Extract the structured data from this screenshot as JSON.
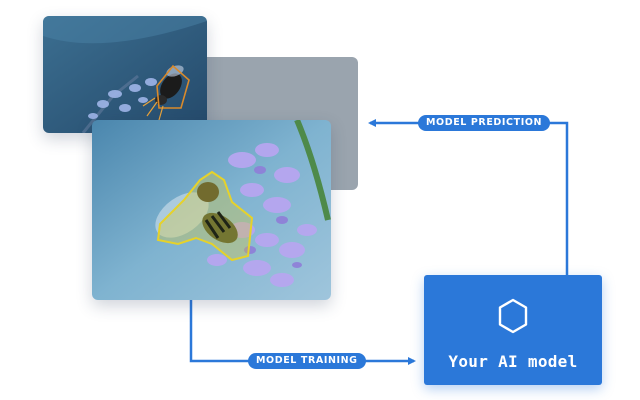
{
  "labels": {
    "prediction": "MODEL PREDICTION",
    "training": "MODEL TRAINING"
  },
  "model_box": {
    "label": "Your AI model",
    "icon": "hexagon-icon"
  },
  "images": {
    "prediction_image": "bee-on-lavender-prediction",
    "training_image": "bee-on-lavender-annotated"
  },
  "colors": {
    "accent": "#2b78d9",
    "gray_card": "#9aa4ae",
    "annotation_yellow": "#e6d22a",
    "prediction_orange": "#d98a2b"
  }
}
